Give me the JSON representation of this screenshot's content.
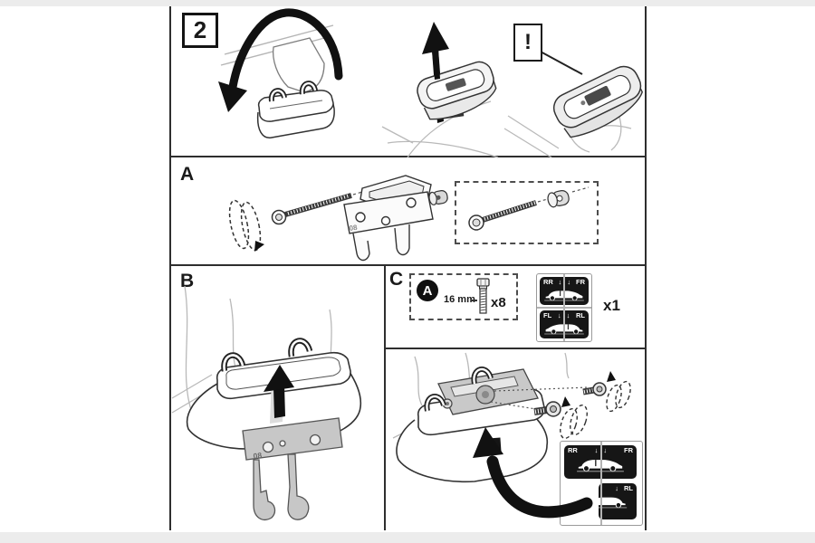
{
  "manual": {
    "step_number": "2",
    "warning_mark": "!",
    "section_a": {
      "label": "A",
      "part_marking": "08"
    },
    "section_b": {
      "label": "B",
      "part_marking": "08"
    },
    "section_c": {
      "label": "C",
      "hardware_box": {
        "circled_letter": "A",
        "screw_length": "16 mm",
        "quantity": "x8"
      },
      "sticker_sheet": {
        "quantity": "x1",
        "sticker_top": {
          "left_label": "RR",
          "arrow_left": "↓",
          "arrow_right": "↓",
          "right_label": "FR"
        },
        "sticker_bottom": {
          "left_label": "FL",
          "arrow_left": "↓",
          "arrow_right": "↓",
          "right_label": "RL"
        }
      }
    },
    "final_assembly": {
      "sticker_top": {
        "left_label": "RR",
        "arrow_left": "↓",
        "arrow_right": "↓",
        "right_label": "FR"
      },
      "sticker_partial": {
        "arrow": "↓",
        "right_label": "RL"
      }
    },
    "colors": {
      "line": "#2e2e2e",
      "shade_gray": "#c9c9c9",
      "context_gray": "#b9b9b9",
      "sticker_bg": "#161616",
      "edge_strip": "#ececec"
    }
  }
}
